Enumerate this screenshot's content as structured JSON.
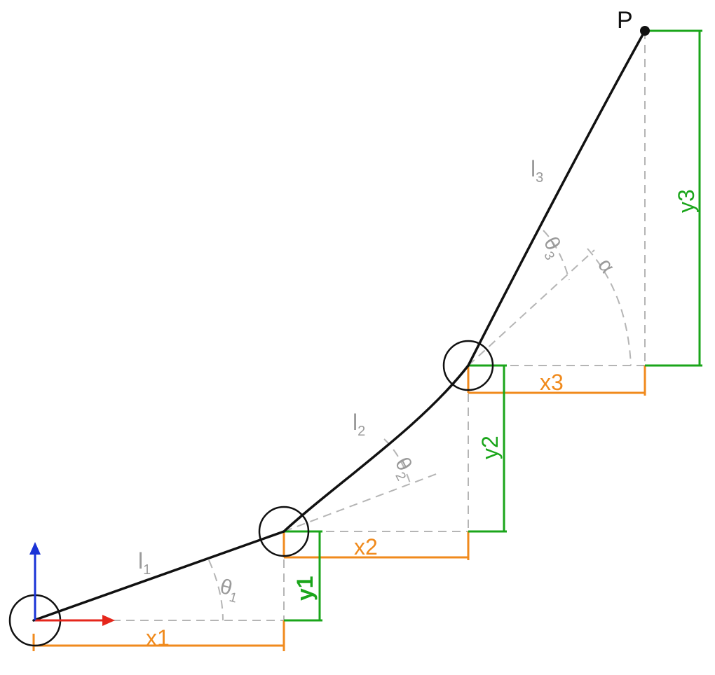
{
  "colors": {
    "link": "#111111",
    "dashed": "#b5b5b5",
    "x_dimension": "#f08a1c",
    "y_dimension": "#1aa51a",
    "x_axis_arrow": "#e5261b",
    "y_axis_arrow": "#1a33d6",
    "label_gray": "#9a9a9a"
  },
  "labels": {
    "point": "P",
    "link_1": "l",
    "link_1_sub": "1",
    "link_2": "l",
    "link_2_sub": "2",
    "link_3": "l",
    "link_3_sub": "3",
    "theta_1": "θ",
    "theta_1_sub": "1",
    "theta_2": "θ",
    "theta_2_sub": "2",
    "theta_3": "θ",
    "theta_3_sub": "3",
    "alpha": "α",
    "x1": "x1",
    "x2": "x2",
    "x3": "x3",
    "y1": "y1",
    "y2": "y2",
    "y3": "y3"
  }
}
